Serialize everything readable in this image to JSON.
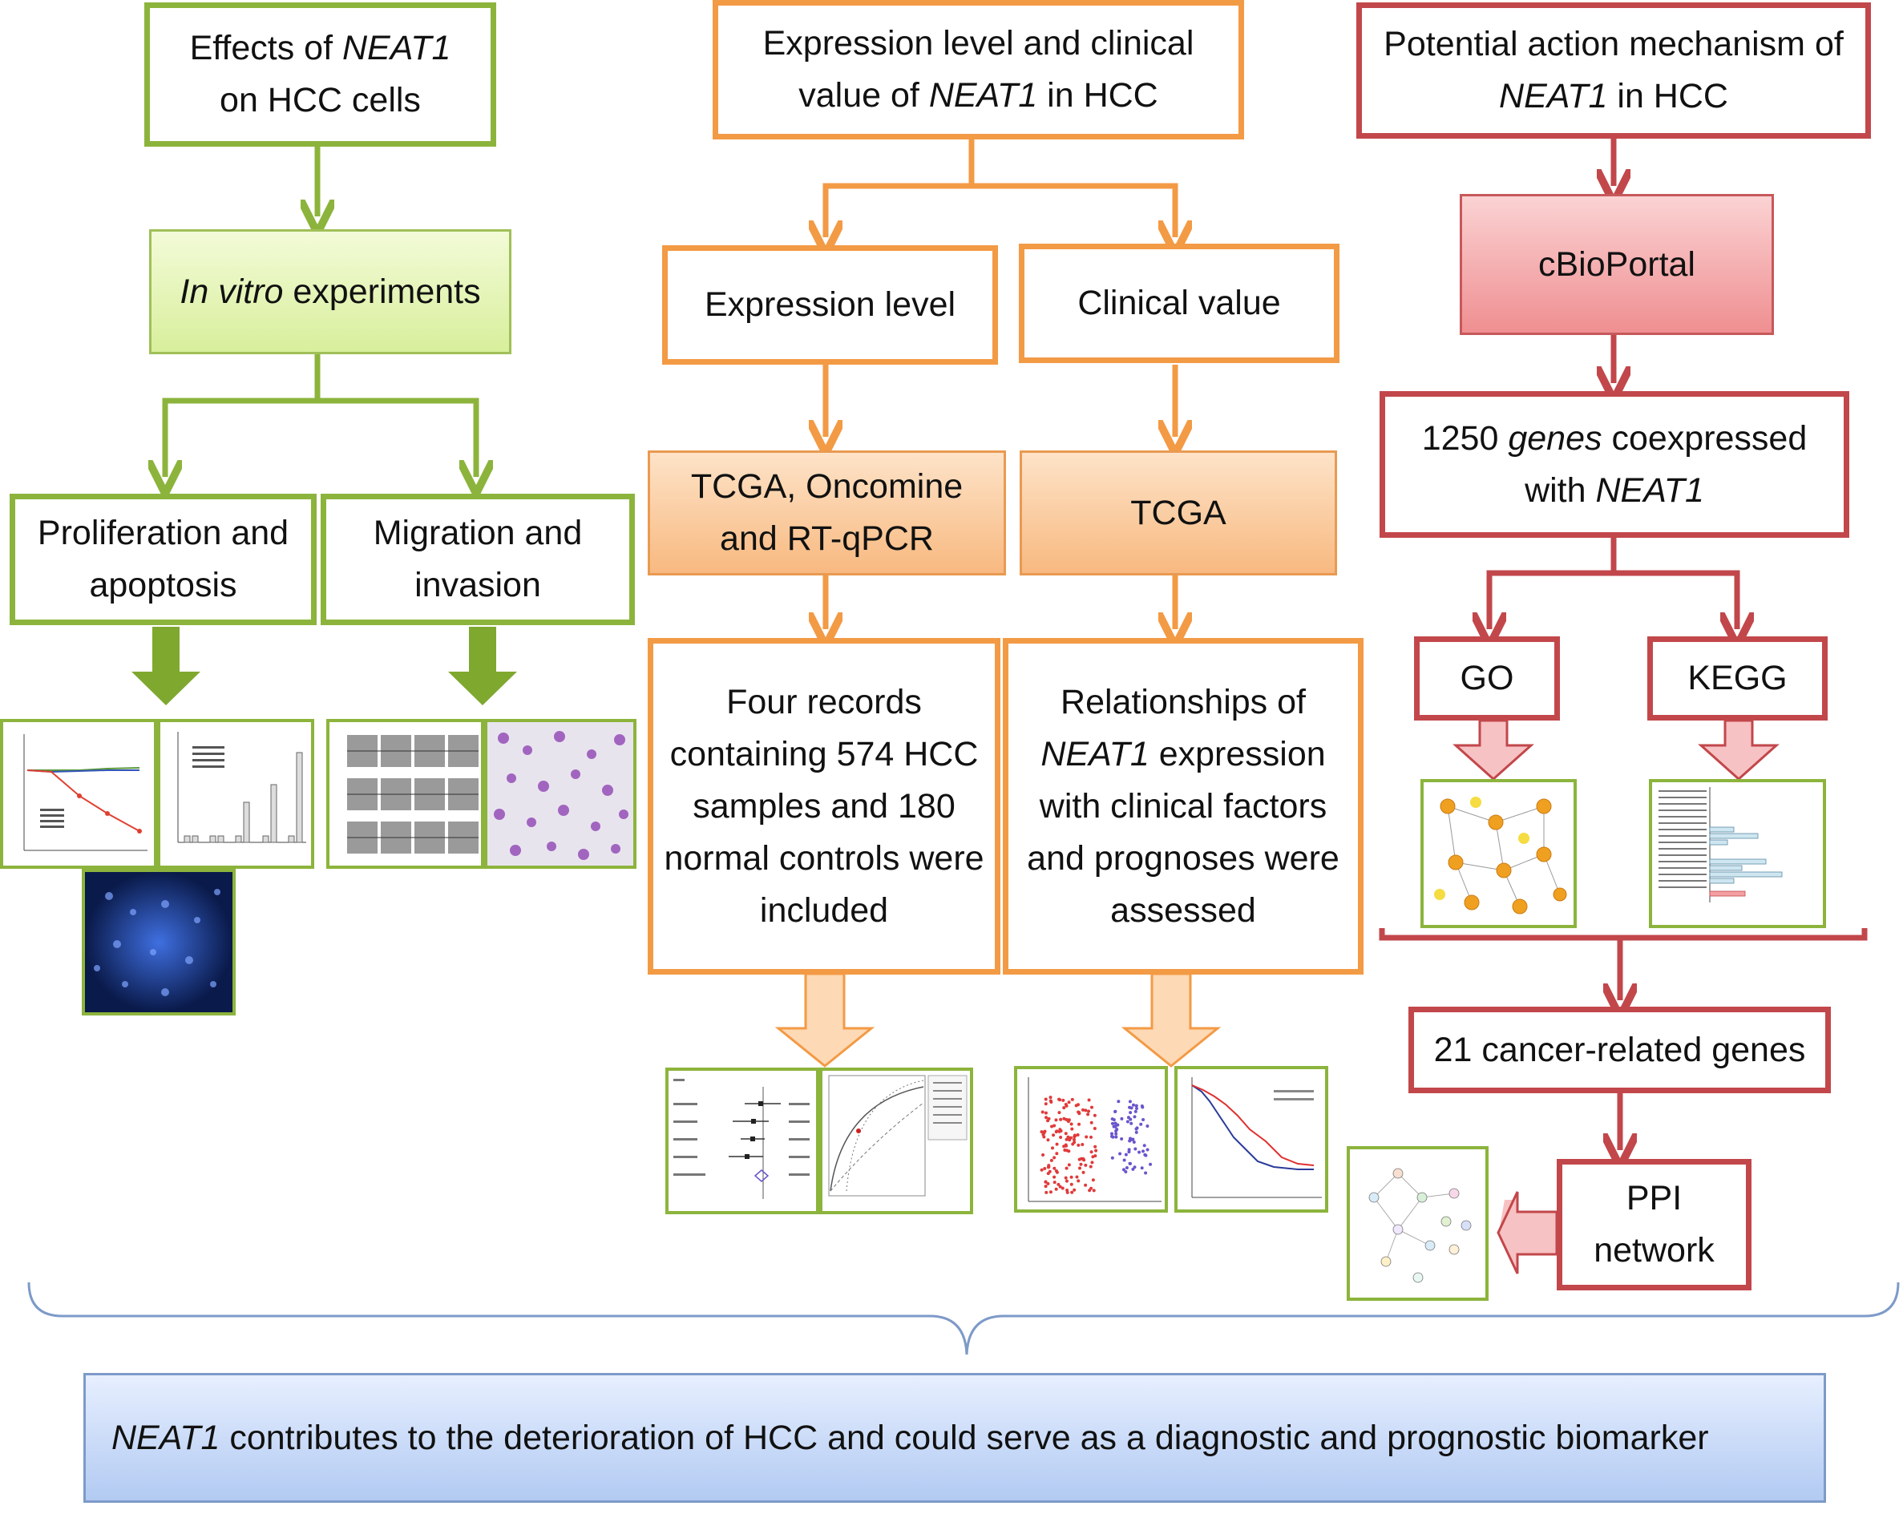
{
  "col_left": {
    "header": [
      "Effects of ",
      "NEAT1",
      " on HCC cells"
    ],
    "invitro": [
      "In vitro",
      " experiments"
    ],
    "prolif": "Proliferation and apoptosis",
    "migr": "Migration and invasion"
  },
  "col_mid": {
    "header": [
      "Expression level and clinical value of ",
      "NEAT1",
      " in HCC"
    ],
    "expr_level": "Expression level",
    "clin_value": "Clinical value",
    "tcga_onco": "TCGA, Oncomine and RT-qPCR",
    "tcga": "TCGA",
    "records": "Four records containing 574 HCC samples and 180 normal controls were included",
    "relationships": [
      "Relationships of ",
      "NEAT1",
      " expression with clinical factors and prognoses were assessed"
    ]
  },
  "col_right": {
    "header": [
      "Potential action mechanism of ",
      "NEAT1",
      " in HCC"
    ],
    "cbioportal": "cBioPortal",
    "genes": [
      "1250 ",
      "genes",
      " coexpressed with ",
      "NEAT1"
    ],
    "go": "GO",
    "kegg": "KEGG",
    "cancer_genes": "21 cancer-related genes",
    "ppi": "PPI network"
  },
  "conclusion": [
    "NEAT1",
    " contributes to the deterioration of HCC and could serve as a diagnostic and prognostic biomarker"
  ],
  "colors": {
    "green": "#8cb43c",
    "orange": "#f39a45",
    "red": "#c2474b",
    "blue_border": "#7d9ac8"
  }
}
